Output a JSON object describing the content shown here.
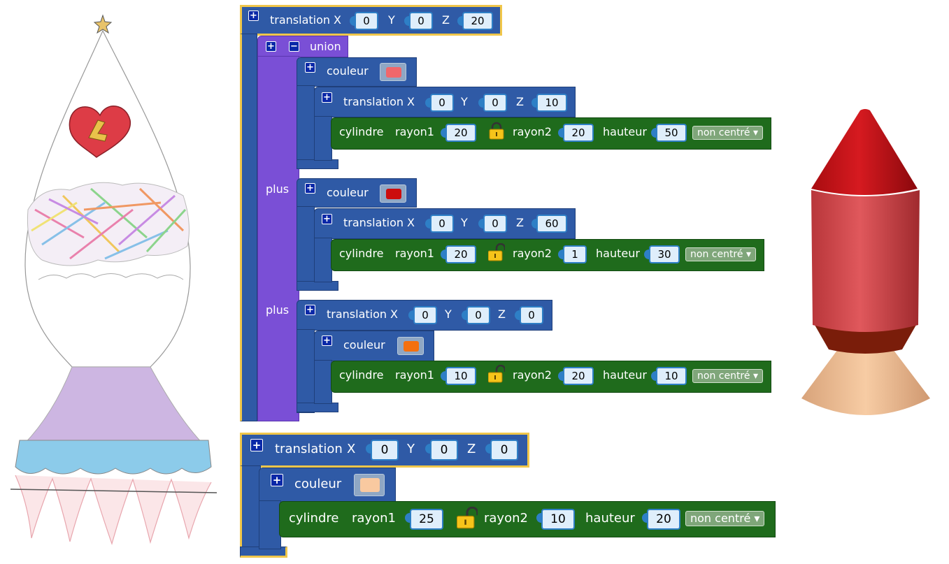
{
  "block_labels": {
    "translation": "translation",
    "union": "union",
    "couleur": "couleur",
    "cylindre": "cylindre",
    "plus": "plus",
    "x": "X",
    "y": "Y",
    "z": "Z",
    "rayon1": "rayon1",
    "rayon2": "rayon2",
    "hauteur": "hauteur",
    "plus_sign": "+",
    "minus_sign": "−"
  },
  "program1": {
    "translation": {
      "x": "0",
      "y": "0",
      "z": "20"
    },
    "items": [
      {
        "color": "#f0676b",
        "translation": {
          "x": "0",
          "y": "0",
          "z": "10"
        },
        "cylindre": {
          "rayon1": "20",
          "rayon2": "20",
          "hauteur": "50",
          "mode": "non centré ▾",
          "locked": true
        }
      },
      {
        "color": "#cc0d0d",
        "translation": {
          "x": "0",
          "y": "0",
          "z": "60"
        },
        "cylindre": {
          "rayon1": "20",
          "rayon2": "1",
          "hauteur": "30",
          "mode": "non centré ▾",
          "locked": false
        }
      },
      {
        "color": "#f4700f",
        "translation": {
          "x": "0",
          "y": "0",
          "z": "0"
        },
        "cylindre": {
          "rayon1": "10",
          "rayon2": "20",
          "hauteur": "10",
          "mode": "non centré ▾",
          "locked": false
        }
      }
    ]
  },
  "program2": {
    "translation": {
      "x": "0",
      "y": "0",
      "z": "0"
    },
    "color": "#f9c9a0",
    "cylindre": {
      "rayon1": "25",
      "rayon2": "10",
      "hauteur": "20",
      "mode": "non centré ▾",
      "locked": false
    }
  },
  "colors": {
    "rocket_red": "#d9484c",
    "rocket_cone": "#c8161c",
    "rocket_band": "#7a1d0a",
    "rocket_nozzle": "#f2c49a"
  }
}
